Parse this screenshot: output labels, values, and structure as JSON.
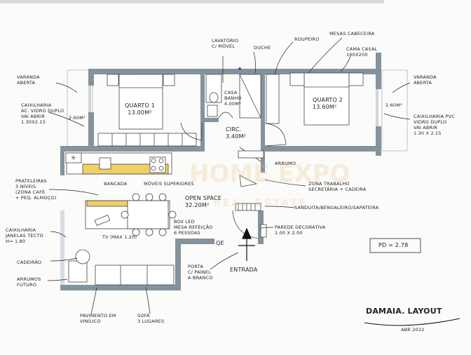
{
  "labels": {
    "varanda_left": "VARANDA\nABERTA",
    "caixilharia_left": "CAIXILHARIA\nAC. VIDRO DUPLO\nVAI ABRIR\n1.30x2.15",
    "area_260_left": "2.60m²",
    "lavatorio": "LAVATÓRIO\nC/ MÓVEL",
    "duche": "DUCHE",
    "roupeiro": "ROUPEIRO",
    "mesas_cabeceira": "MESAS CABECEIRA",
    "cama_casal": "CAMA CASAL\n160x200",
    "varanda_right": "VARANDA\nABERTA",
    "area_260_right": "2.60m²",
    "caixilharia_right": "CAIXILHARIA PVC\nVIDRO DUPLO\nVAI ABRIR\n1.30 x 2.15",
    "quarto1": "QUARTO 1\n13.00m²",
    "casa_banho": "CASA\nBANHO\n4.00m²",
    "quarto2": "QUARTO 2\n13.60m²",
    "circ": "CIRC.\n3.40m²",
    "arrumo": "ARRUMO",
    "zona_trabalho": "ZONA TRABALHO\nSECRETÁRIA + CADEIRA",
    "sanduita": "SANDUITA/BENGALEIRO/SAPATEIRA",
    "bancada": "BANCADA",
    "moveis_superiores": "MÓVEIS SUPERIORES",
    "prateleiras": "PRATELEIRAS\n3 NÍVEIS\n(ZONA CAFÉ\n+ PEQ. ALMOÇO)",
    "openspace": "OPEN SPACE\n32.20m²",
    "boxled": "BOX LED\nMESA REFEIÇÃO\n6 PESSOAS",
    "tv": "TV (MAX 1.20)",
    "caixilharia_sala": "CAIXILHARIA\nJANELAS TECTO\nH= 1.80",
    "cadeirao": "CADEIRÃO",
    "armarios": "ARRUMOS\nFUTURO",
    "parede": "PAREDE DECORATIVA\n1.00 x 2.00",
    "qe": "QE",
    "porta": "PORTA\nC/ PAINEL\nA BRANCO",
    "entrada": "ENTRADA",
    "pd": "PD = 2.78",
    "pavimento": "PAVIMENTO EM\nVINÍLICO",
    "sofa": "SOFÁ\n3 LUGARES",
    "signature": "DAMAIA. LAYOUT",
    "sig_date": "ABR 2022",
    "watermark_top": "HOME EXPO",
    "watermark_bottom": "REAL ESTATE"
  },
  "colors": {
    "wall": "#7f8f9a",
    "wall_dark": "#5e6d78",
    "counter": "#efcf67",
    "counter_dark": "#c9a227",
    "ink": "#1f1f1f",
    "marker_blue": "#3a4bd6"
  }
}
